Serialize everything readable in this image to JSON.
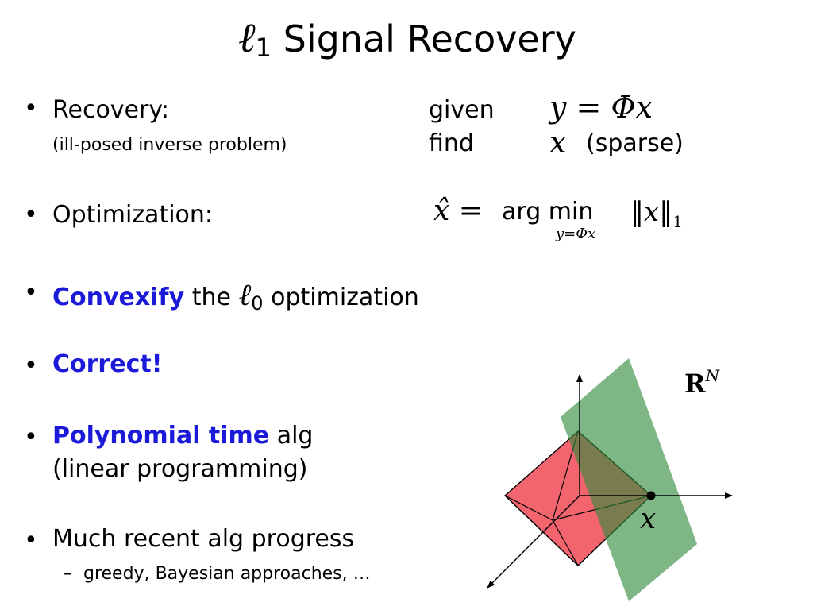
{
  "title": {
    "ell": "ℓ",
    "sub": "1",
    "text": "Signal Recovery"
  },
  "bullets": {
    "recovery": {
      "label": "Recovery:",
      "note": "(ill-posed inverse problem)",
      "given": "given",
      "find": "find",
      "eq": "y = Φx",
      "x": "x",
      "sparse": "(sparse)"
    },
    "optimization": {
      "label": "Optimization:",
      "lhs": "x̂ = ",
      "op": "arg min",
      "norm": "‖x‖",
      "norm_sub": "1",
      "constraint": "y=Φx"
    },
    "convexify": {
      "bold": "Convexify",
      "pre": "the",
      "ell": "ℓ",
      "sub": "0",
      "post": "optimization"
    },
    "correct": {
      "bold": "Correct!"
    },
    "poly": {
      "bold": "Polynomial time",
      "rest": "alg",
      "line2": "(linear programming)"
    },
    "progress": {
      "text": "Much recent alg progress",
      "sub": "greedy, Bayesian approaches, …"
    }
  },
  "figure": {
    "space_label": "R",
    "space_sup": "N",
    "point_label": "x",
    "colors": {
      "plane": "#2f8a3a",
      "ball": "#f04a56",
      "accent": "#1a1ad8"
    }
  }
}
